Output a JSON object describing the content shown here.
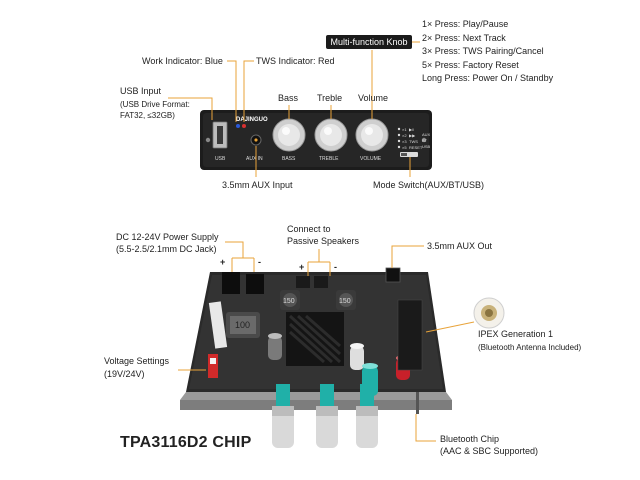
{
  "top_panel": {
    "knob_badge": "Multi-function Knob",
    "press_actions": [
      "1× Press: Play/Pause",
      "2× Press: Next Track",
      "3× Press: TWS Pairing/Cancel",
      "5× Press: Factory Reset",
      "Long Press: Power On / Standby"
    ],
    "work_indicator": "Work Indicator: Blue",
    "tws_indicator": "TWS Indicator: Red",
    "usb_input": "USB Input",
    "usb_format_line1": "(USB Drive Format:",
    "usb_format_line2": "FAT32, ≤32GB)",
    "knob_bass": "Bass",
    "knob_treble": "Treble",
    "knob_volume": "Volume",
    "aux_input": "3.5mm AUX Input",
    "mode_switch": "Mode Switch(AUX/BT/USB)",
    "panel_brand": "DAJINGUO",
    "panel_usb": "USB",
    "panel_aux": "AUX IN",
    "panel_bass": "BASS",
    "panel_treble": "TREBLE",
    "panel_volume": "VOLUME",
    "panel_aux_sw": "AUX",
    "panel_bt_sw": "BT",
    "panel_usb_sw": "USB",
    "panel_press": [
      "×1",
      "×2",
      "×3",
      "×5"
    ],
    "panel_press_labels": [
      "▶‖",
      "▶▶",
      "TWS",
      "RESET"
    ]
  },
  "bottom_panel": {
    "power_line1": "DC 12-24V Power Supply",
    "power_line2": "(5.5-2.5/2.1mm DC Jack)",
    "speakers_line1": "Connect to",
    "speakers_line2": "Passive Speakers",
    "aux_out": "3.5mm AUX Out",
    "ipex_title": "IPEX Generation 1",
    "ipex_sub": "(Bluetooth Antenna Included)",
    "voltage_line1": "Voltage Settings",
    "voltage_line2": "(19V/24V)",
    "bt_chip_line1": "Bluetooth Chip",
    "bt_chip_line2": "(AAC & SBC Supported)",
    "chip_title": "TPA3116D2 CHIP",
    "plus": "+",
    "minus": "-",
    "inductor_a": "150",
    "inductor_b": "150",
    "inductor_big": "100"
  },
  "colors": {
    "accent": "#e8a33a",
    "panel": "#1c1c1c",
    "pcb": "#2a2a2a",
    "work_led": "#2b59d8",
    "tws_led": "#d83030",
    "cap_teal": "#20b0a8",
    "cap_red": "#c8202a"
  }
}
